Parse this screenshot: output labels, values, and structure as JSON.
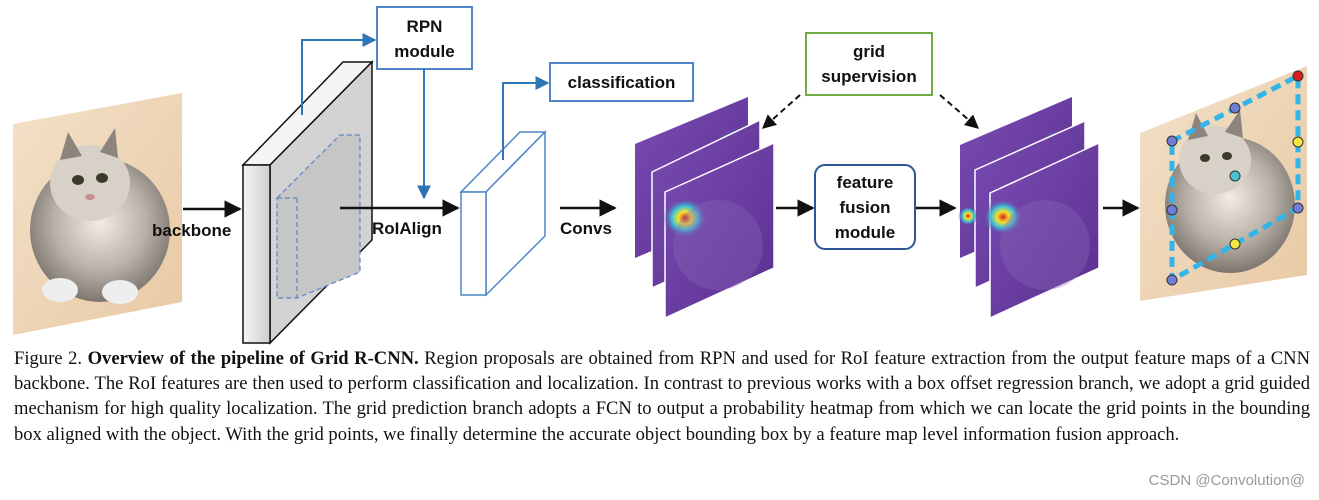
{
  "diagram": {
    "labels": {
      "backbone": "backbone",
      "roialign": "RoIAlign",
      "convs": "Convs"
    },
    "boxes": {
      "rpn_line1": "RPN",
      "rpn_line2": "module",
      "classification": "classification",
      "grid_line1": "grid",
      "grid_line2": "supervision",
      "fusion_line1": "feature",
      "fusion_line2": "fusion",
      "fusion_line3": "module"
    },
    "colors": {
      "blue_box": "#4f86c6",
      "green_box": "#70ad47",
      "fusion_box": "#2f5597",
      "feature_map": "#6a3fa0",
      "grid_dash": "#33b5e8"
    }
  },
  "caption": {
    "figure_label": "Figure 2.",
    "title": "Overview of the pipeline of Grid R-CNN.",
    "body": "Region proposals are obtained from RPN and used for RoI feature extraction from the output feature maps of a CNN backbone. The RoI features are then used to perform classification and localization. In contrast to previous works with a box offset regression branch, we adopt a grid guided mechanism for high quality localization. The grid prediction branch adopts a FCN to output a probability heatmap from which we can locate the grid points in the bounding box aligned with the object. With the grid points, we finally determine the accurate object bounding box by a feature map level information fusion approach."
  },
  "watermark": "CSDN @Convolution@"
}
